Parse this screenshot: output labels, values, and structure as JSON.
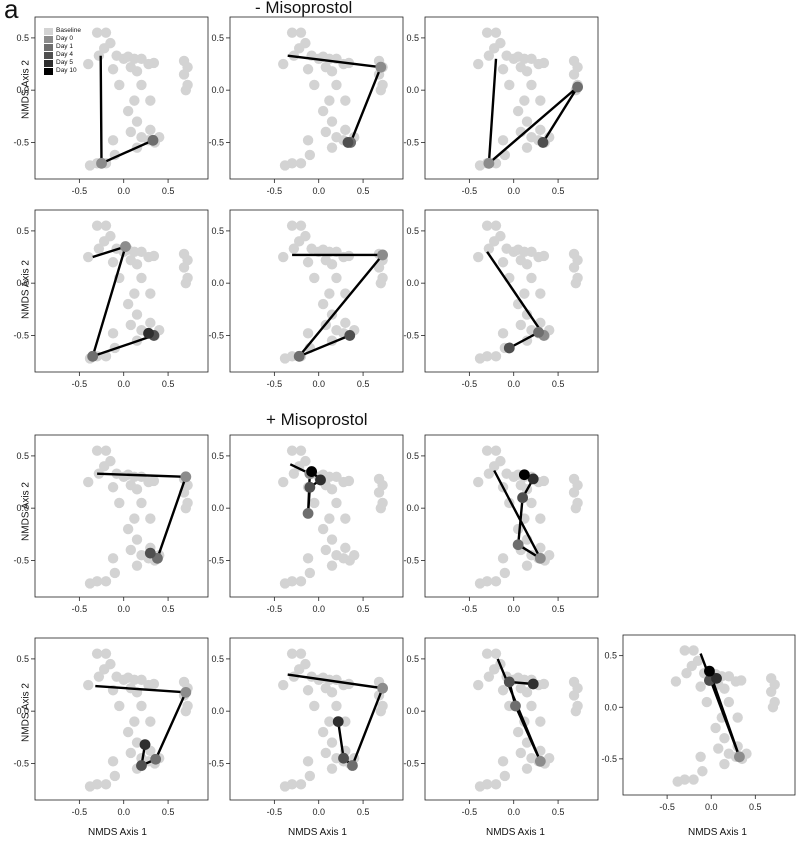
{
  "figure": {
    "panel_letter": "a",
    "group_titles": [
      "- Misoprostol",
      "+ Misoprostol"
    ],
    "y_axis_label": "NMDS Axis 2",
    "x_axis_label": "NMDS Axis 1"
  },
  "legend": {
    "entries": [
      {
        "label": "Baseline",
        "color": "#d3d3d3"
      },
      {
        "label": "Day 0",
        "color": "#8c8c8c"
      },
      {
        "label": "Day 1",
        "color": "#6e6e6e"
      },
      {
        "label": "Day 4",
        "color": "#4f4f4f"
      },
      {
        "label": "Day 5",
        "color": "#2e2e2e"
      },
      {
        "label": "Day 10",
        "color": "#000000"
      }
    ]
  },
  "chart_data": [
    {
      "type": "scatter",
      "group": "- Misoprostol",
      "xlim": [
        -1,
        0.95
      ],
      "ylim": [
        -0.85,
        0.7
      ],
      "xticks": [
        -0.5,
        0,
        0.5
      ],
      "yticks": [
        -0.5,
        0,
        0.5
      ],
      "trajectory": [
        [
          -0.26,
          0.33
        ],
        [
          -0.25,
          -0.7
        ],
        [
          0.33,
          -0.48
        ]
      ]
    },
    {
      "type": "scatter",
      "group": "- Misoprostol",
      "xlim": [
        -1,
        0.95
      ],
      "ylim": [
        -0.85,
        0.7
      ],
      "xticks": [
        -0.5,
        0,
        0.5
      ],
      "yticks": [
        -0.5,
        0,
        0.5
      ],
      "trajectory": [
        [
          -0.35,
          0.33
        ],
        [
          0.7,
          0.22
        ],
        [
          0.36,
          -0.5
        ],
        [
          0.33,
          -0.5
        ]
      ]
    },
    {
      "type": "scatter",
      "group": "- Misoprostol",
      "xlim": [
        -1,
        0.95
      ],
      "ylim": [
        -0.85,
        0.7
      ],
      "xticks": [
        -0.5,
        0,
        0.5
      ],
      "yticks": [
        -0.5,
        0,
        0.5
      ],
      "trajectory": [
        [
          -0.2,
          0.3
        ],
        [
          -0.28,
          -0.7
        ],
        [
          0.72,
          0.03
        ],
        [
          0.33,
          -0.5
        ]
      ]
    },
    {
      "type": "scatter",
      "group": "- Misoprostol",
      "xlim": [
        -1,
        0.95
      ],
      "ylim": [
        -0.85,
        0.7
      ],
      "xticks": [
        -0.5,
        0,
        0.5
      ],
      "yticks": [
        -0.5,
        0,
        0.5
      ],
      "trajectory": [
        [
          -0.35,
          0.25
        ],
        [
          0.02,
          0.35
        ],
        [
          -0.35,
          -0.7
        ],
        [
          0.34,
          -0.5
        ],
        [
          0.28,
          -0.48
        ]
      ]
    },
    {
      "type": "scatter",
      "group": "- Misoprostol",
      "xlim": [
        -1,
        0.95
      ],
      "ylim": [
        -0.85,
        0.7
      ],
      "xticks": [
        -0.5,
        0,
        0.5
      ],
      "yticks": [
        -0.5,
        0,
        0.5
      ],
      "trajectory": [
        [
          -0.3,
          0.27
        ],
        [
          0.72,
          0.27
        ],
        [
          -0.22,
          -0.7
        ],
        [
          0.35,
          -0.5
        ]
      ]
    },
    {
      "type": "scatter",
      "group": "- Misoprostol",
      "xlim": [
        -1,
        0.95
      ],
      "ylim": [
        -0.85,
        0.7
      ],
      "xticks": [
        -0.5,
        0,
        0.5
      ],
      "yticks": [
        -0.5,
        0,
        0.5
      ],
      "trajectory": [
        [
          -0.3,
          0.3
        ],
        [
          0.34,
          -0.5
        ],
        [
          0.28,
          -0.47
        ],
        [
          -0.05,
          -0.62
        ]
      ]
    },
    {
      "type": "scatter",
      "group": "+ Misoprostol",
      "xlim": [
        -1,
        0.95
      ],
      "ylim": [
        -0.85,
        0.7
      ],
      "xticks": [
        -0.5,
        0,
        0.5
      ],
      "yticks": [
        -0.5,
        0,
        0.5
      ],
      "trajectory": [
        [
          -0.3,
          0.33
        ],
        [
          0.7,
          0.3
        ],
        [
          0.38,
          -0.48
        ],
        [
          0.3,
          -0.43
        ]
      ]
    },
    {
      "type": "scatter",
      "group": "+ Misoprostol",
      "xlim": [
        -1,
        0.95
      ],
      "ylim": [
        -0.85,
        0.7
      ],
      "xticks": [
        -0.5,
        0,
        0.5
      ],
      "yticks": [
        -0.5,
        0,
        0.5
      ],
      "trajectory": [
        [
          -0.32,
          0.42
        ],
        [
          -0.1,
          0.33
        ],
        [
          -0.12,
          -0.05
        ],
        [
          -0.1,
          0.2
        ],
        [
          0.02,
          0.27
        ],
        [
          -0.08,
          0.35
        ]
      ]
    },
    {
      "type": "scatter",
      "group": "+ Misoprostol",
      "xlim": [
        -1,
        0.95
      ],
      "ylim": [
        -0.85,
        0.7
      ],
      "xticks": [
        -0.5,
        0,
        0.5
      ],
      "yticks": [
        -0.5,
        0,
        0.5
      ],
      "trajectory": [
        [
          -0.22,
          0.36
        ],
        [
          0.3,
          -0.48
        ],
        [
          0.05,
          -0.35
        ],
        [
          0.1,
          0.1
        ],
        [
          0.22,
          0.28
        ],
        [
          0.12,
          0.32
        ]
      ]
    },
    {
      "type": "scatter",
      "group": "+ Misoprostol",
      "xlim": [
        -1,
        0.95
      ],
      "ylim": [
        -0.85,
        0.7
      ],
      "xticks": [
        -0.5,
        0,
        0.5
      ],
      "yticks": [
        -0.5,
        0,
        0.5
      ],
      "trajectory": [
        [
          -0.32,
          0.24
        ],
        [
          0.7,
          0.18
        ],
        [
          0.36,
          -0.46
        ],
        [
          0.2,
          -0.52
        ],
        [
          0.24,
          -0.32
        ]
      ]
    },
    {
      "type": "scatter",
      "group": "+ Misoprostol",
      "xlim": [
        -1,
        0.95
      ],
      "ylim": [
        -0.85,
        0.7
      ],
      "xticks": [
        -0.5,
        0,
        0.5
      ],
      "yticks": [
        -0.5,
        0,
        0.5
      ],
      "trajectory": [
        [
          -0.35,
          0.35
        ],
        [
          0.72,
          0.22
        ],
        [
          0.38,
          -0.52
        ],
        [
          0.28,
          -0.45
        ],
        [
          0.22,
          -0.1
        ]
      ]
    },
    {
      "type": "scatter",
      "group": "+ Misoprostol",
      "xlim": [
        -1,
        0.95
      ],
      "ylim": [
        -0.85,
        0.7
      ],
      "xticks": [
        -0.5,
        0,
        0.5
      ],
      "yticks": [
        -0.5,
        0,
        0.5
      ],
      "trajectory": [
        [
          -0.18,
          0.5
        ],
        [
          0.3,
          -0.48
        ],
        [
          0.02,
          0.05
        ],
        [
          -0.05,
          0.28
        ],
        [
          0.22,
          0.26
        ]
      ]
    },
    {
      "type": "scatter",
      "group": "+ Misoprostol",
      "xlim": [
        -1,
        0.95
      ],
      "ylim": [
        -0.85,
        0.7
      ],
      "xticks": [
        -0.5,
        0,
        0.5
      ],
      "yticks": [
        -0.5,
        0,
        0.5
      ],
      "trajectory": [
        [
          -0.12,
          0.52
        ],
        [
          0.32,
          -0.48
        ],
        [
          0.0,
          0.3
        ],
        [
          -0.02,
          0.26
        ],
        [
          0.06,
          0.28
        ],
        [
          -0.02,
          0.35
        ]
      ]
    }
  ],
  "baseline_points": [
    [
      -0.3,
      0.55
    ],
    [
      -0.2,
      0.55
    ],
    [
      -0.15,
      0.45
    ],
    [
      -0.08,
      0.33
    ],
    [
      -0.28,
      0.33
    ],
    [
      -0.4,
      0.25
    ],
    [
      0.0,
      0.3
    ],
    [
      0.05,
      0.32
    ],
    [
      0.12,
      0.3
    ],
    [
      0.2,
      0.3
    ],
    [
      0.28,
      0.25
    ],
    [
      0.34,
      0.26
    ],
    [
      0.08,
      0.22
    ],
    [
      0.15,
      0.18
    ],
    [
      -0.12,
      0.2
    ],
    [
      0.68,
      0.28
    ],
    [
      0.72,
      0.22
    ],
    [
      0.68,
      0.15
    ],
    [
      0.72,
      0.05
    ],
    [
      0.7,
      0.0
    ],
    [
      0.2,
      0.05
    ],
    [
      -0.05,
      0.05
    ],
    [
      0.12,
      -0.1
    ],
    [
      0.3,
      -0.1
    ],
    [
      0.05,
      -0.2
    ],
    [
      0.15,
      -0.3
    ],
    [
      0.08,
      -0.4
    ],
    [
      0.2,
      -0.45
    ],
    [
      0.28,
      -0.48
    ],
    [
      0.35,
      -0.5
    ],
    [
      0.4,
      -0.45
    ],
    [
      0.15,
      -0.55
    ],
    [
      -0.12,
      -0.48
    ],
    [
      -0.3,
      -0.7
    ],
    [
      -0.2,
      -0.7
    ],
    [
      -0.1,
      -0.62
    ],
    [
      -0.38,
      -0.72
    ],
    [
      0.3,
      -0.38
    ],
    [
      -0.22,
      0.4
    ]
  ]
}
